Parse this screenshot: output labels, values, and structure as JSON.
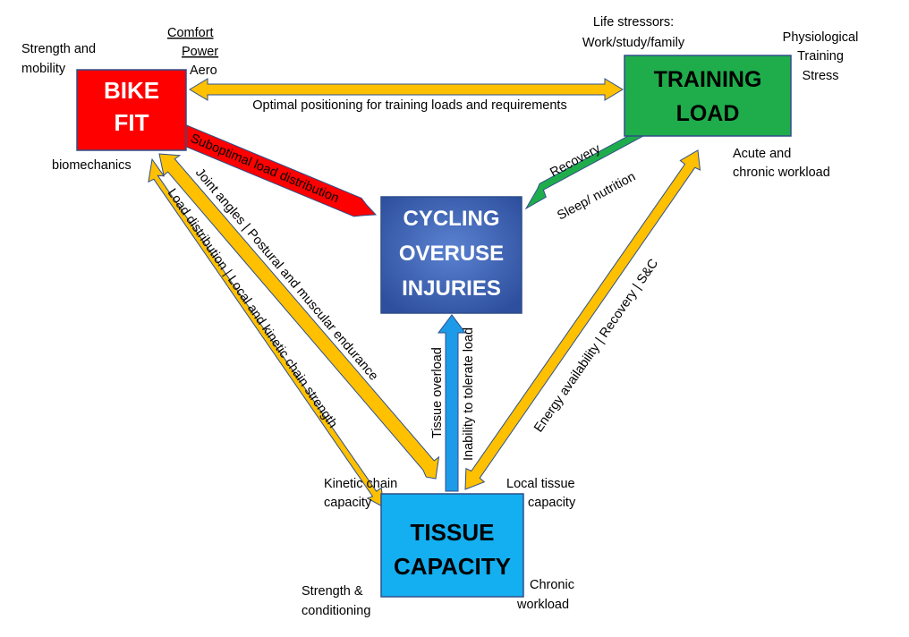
{
  "boxes": {
    "bike_fit": {
      "line1": "BIKE",
      "line2": "FIT",
      "color": "#ff0000"
    },
    "training_load": {
      "line1": "TRAINING",
      "line2": "LOAD",
      "color": "#1fad4b"
    },
    "injuries": {
      "line1": "CYCLING",
      "line2": "OVERUSE",
      "line3": "INJURIES",
      "color": "#3d63b8"
    },
    "tissue": {
      "line1": "TISSUE",
      "line2": "CAPACITY",
      "color": "#14aff0"
    }
  },
  "labels": {
    "strength_mobility_1": "Strength and",
    "strength_mobility_2": "mobility",
    "comfort": "Comfort",
    "power": "Power",
    "aero": "Aero",
    "biomechanics": "biomechanics",
    "life_stressors_1": "Life stressors:",
    "life_stressors_2": "Work/study/family",
    "physio_1": "Physiological",
    "physio_2": "Training",
    "physio_3": "Stress",
    "acute_1": "Acute and",
    "acute_2": "chronic workload",
    "kinetic_1": "Kinetic chain",
    "kinetic_2": "capacity",
    "local_1": "Local tissue",
    "local_2": "capacity",
    "strength_cond_1": "Strength &",
    "strength_cond_2": "conditioning",
    "chronic_1": "Chronic",
    "chronic_2": "workload"
  },
  "arrows": {
    "optimal": "Optimal positioning for training loads and requirements",
    "suboptimal": "Suboptimal load distribution",
    "recovery": "Recovery",
    "sleep": "Sleep/ nutrition",
    "joint": "Joint angles | Postural and muscular endurance",
    "load_dist": "Load distribution | Local and kinetic chain strength",
    "tissue_overload": "Tissue overload",
    "inability": "Inability to tolerate load",
    "energy": "Energy availability | Recovery | S&C"
  },
  "colors": {
    "arrow_yellow": "#ffc000",
    "arrow_red": "#ff0000",
    "arrow_green": "#1fad4b",
    "arrow_blue": "#1e9be8",
    "box_border": "#2f4f8a"
  }
}
